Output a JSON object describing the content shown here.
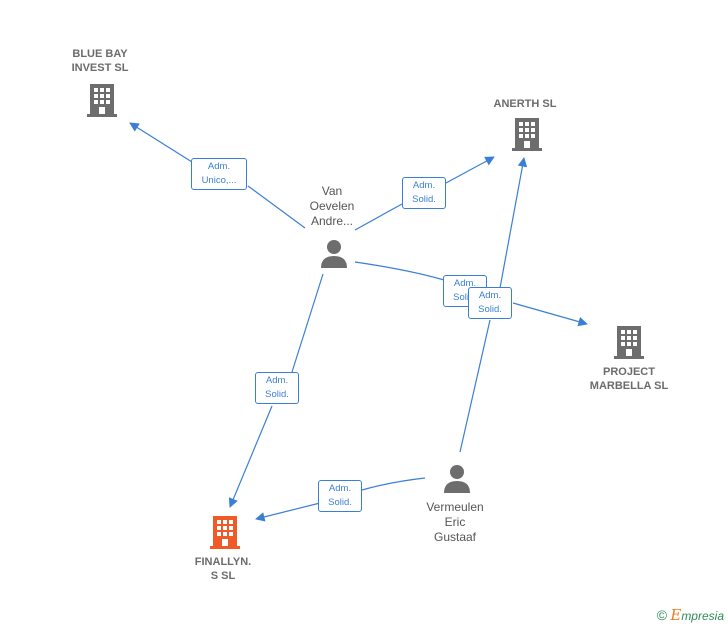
{
  "nodes": {
    "bluebay": {
      "lines": [
        "BLUE BAY",
        "INVEST  SL"
      ]
    },
    "anerth": {
      "lines": [
        "ANERTH  SL"
      ]
    },
    "project": {
      "lines": [
        "PROJECT",
        "MARBELLA  SL"
      ]
    },
    "finallyn": {
      "lines": [
        "FINALLYN.",
        "S  SL"
      ]
    },
    "vanoevelen": {
      "lines": [
        "Van",
        "Oevelen",
        "Andre..."
      ]
    },
    "vermeulen": {
      "lines": [
        "Vermeulen",
        "Eric",
        "Gustaaf"
      ]
    }
  },
  "edges": {
    "e1": {
      "lines": [
        "Adm.",
        "Unico,..."
      ]
    },
    "e2": {
      "lines": [
        "Adm.",
        "Solid."
      ]
    },
    "e3": {
      "lines": [
        "Adm.",
        "Solid."
      ]
    },
    "e4": {
      "lines": [
        "Adm.",
        "Solid."
      ]
    },
    "e5": {
      "lines": [
        "Adm.",
        "Solid."
      ]
    },
    "e6": {
      "lines": [
        "Adm.",
        "Solid."
      ]
    }
  },
  "colors": {
    "edge": "#3a7fd5",
    "company": "#6d6d6d",
    "company_highlight": "#f05a28",
    "person": "#6d6d6d"
  },
  "icons": {
    "company": "building-icon",
    "person": "person-icon"
  },
  "footer": {
    "copyright": "©",
    "brand_initial": "E",
    "brand_rest": "mpresia"
  }
}
